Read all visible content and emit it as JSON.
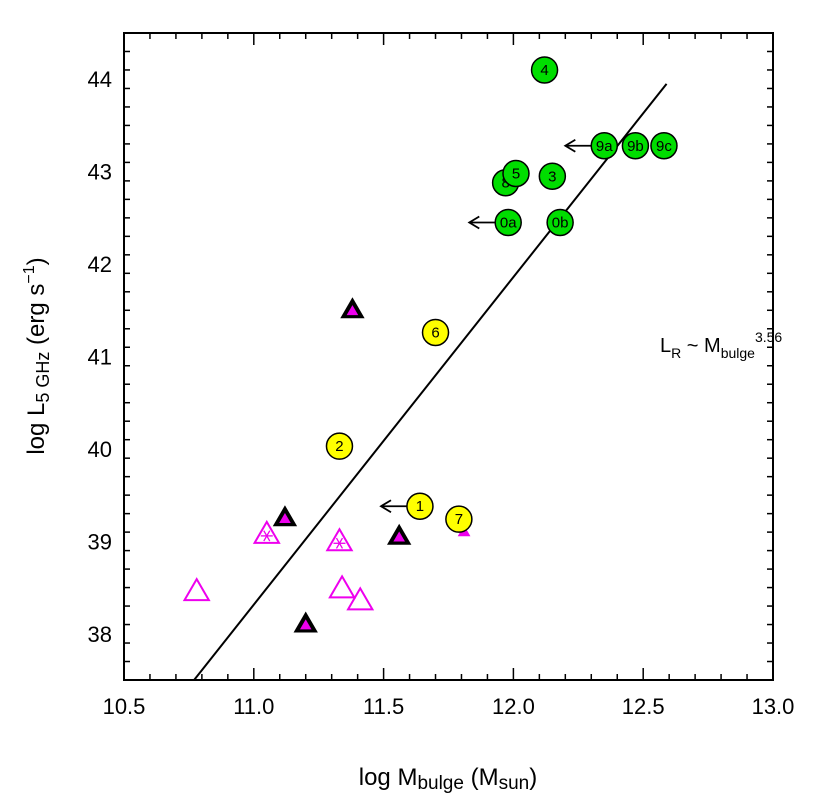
{
  "chart_data": {
    "type": "scatter",
    "xlabel": {
      "prefix": "log  M",
      "sub": "bulge",
      "suffix": " (M",
      "unit_sub": "sun",
      "close": ")"
    },
    "ylabel": {
      "prefix": "log  L",
      "sub": "5 GHz",
      "suffix": " (erg s",
      "sup": "−1",
      "close": ")"
    },
    "xlim": [
      10.5,
      13.0
    ],
    "ylim": [
      37.5,
      44.5
    ],
    "xticks": [
      "10.5",
      "11.0",
      "11.5",
      "12.0",
      "12.5",
      "13.0"
    ],
    "yticks": [
      "38",
      "39",
      "40",
      "41",
      "42",
      "43",
      "44"
    ],
    "fit_line": {
      "x": [
        10.77,
        12.59
      ],
      "y": [
        37.5,
        43.95
      ],
      "label": {
        "prefix": "L",
        "sub1": "R",
        "mid": " ~ M",
        "sub2": "bulge",
        "sup": "3.56"
      }
    },
    "colors": {
      "green": "#00dd00",
      "yellow": "#ffff00",
      "magenta": "#ee00ee",
      "black": "#000000"
    },
    "green_points": [
      {
        "label": "4",
        "x": 12.12,
        "y": 44.1
      },
      {
        "label": "9a",
        "x": 12.35,
        "y": 43.28
      },
      {
        "label": "9b",
        "x": 12.47,
        "y": 43.28
      },
      {
        "label": "9c",
        "x": 12.58,
        "y": 43.28
      },
      {
        "label": "8",
        "x": 11.97,
        "y": 42.88
      },
      {
        "label": "5",
        "x": 12.01,
        "y": 42.98
      },
      {
        "label": "3",
        "x": 12.15,
        "y": 42.95
      },
      {
        "label": "0a",
        "x": 11.98,
        "y": 42.45
      },
      {
        "label": "0b",
        "x": 12.18,
        "y": 42.45
      }
    ],
    "yellow_points": [
      {
        "label": "6",
        "x": 11.7,
        "y": 41.26
      },
      {
        "label": "2",
        "x": 11.33,
        "y": 40.03
      },
      {
        "label": "1",
        "x": 11.64,
        "y": 39.38
      },
      {
        "label": "7",
        "x": 11.79,
        "y": 39.24
      }
    ],
    "upper_limit_arrows": [
      {
        "x": 12.35,
        "y": 43.28,
        "to_x": 12.2
      },
      {
        "x": 11.98,
        "y": 42.45,
        "to_x": 11.83
      },
      {
        "x": 11.64,
        "y": 39.38,
        "to_x": 11.49
      }
    ],
    "filled_triangles": [
      {
        "x": 11.38,
        "y": 41.5
      },
      {
        "x": 11.12,
        "y": 39.25
      },
      {
        "x": 11.56,
        "y": 39.05
      },
      {
        "x": 11.2,
        "y": 38.1
      }
    ],
    "small_magenta_triangles": [
      {
        "x": 11.81,
        "y": 39.1
      }
    ],
    "open_triangles": [
      {
        "x": 10.78,
        "y": 38.45
      },
      {
        "x": 11.34,
        "y": 38.48
      },
      {
        "x": 11.41,
        "y": 38.35
      }
    ],
    "starred_open_triangles": [
      {
        "x": 11.05,
        "y": 39.07
      },
      {
        "x": 11.33,
        "y": 38.99
      }
    ]
  }
}
